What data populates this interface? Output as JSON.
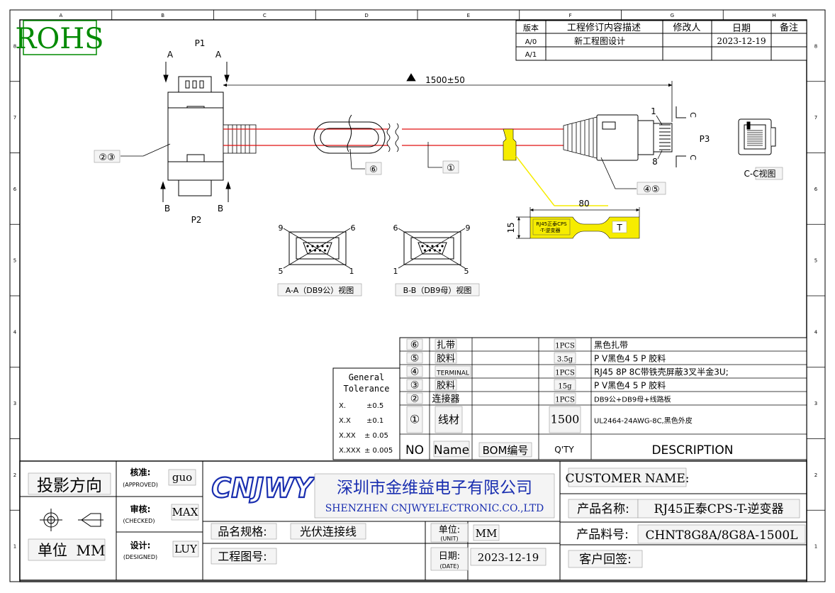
{
  "border": {
    "columns": [
      "A",
      "B",
      "C",
      "D",
      "E",
      "F",
      "G",
      "H"
    ],
    "rows": [
      "8",
      "7",
      "6",
      "5",
      "4",
      "3",
      "2",
      "1"
    ]
  },
  "rohs": "ROHS",
  "revision_table": {
    "headers": [
      "版本",
      "工程修订内容描述",
      "修改人",
      "日期",
      "备注"
    ],
    "rows": [
      {
        "version": "A/0",
        "desc": "新工程图设计",
        "by": "",
        "date": "2023-12-19",
        "note": ""
      },
      {
        "version": "A/1",
        "desc": "",
        "by": "",
        "date": "",
        "note": ""
      }
    ]
  },
  "drawing": {
    "p1": "P1",
    "p2": "P2",
    "p3": "P3",
    "section_a": "A",
    "section_b": "B",
    "section_c": "C",
    "length_dim": "1500±50",
    "callout_23": "②③",
    "callout_6": "⑥",
    "callout_1": "①",
    "callout_45": "④⑤",
    "pin1": "1",
    "pin8": "8",
    "cc_view": "C-C视图",
    "label_width": "80",
    "label_height": "15",
    "label_text_1": "RJ45正泰CPS",
    "label_text_2": "-T-逆变器",
    "label_t": "T",
    "view_aa": "A-A（DB9公）视图",
    "view_bb": "B-B（DB9母）视图",
    "aa_pins": {
      "tl": "9",
      "tr": "6",
      "bl": "5",
      "br": "1"
    },
    "bb_pins": {
      "tl": "6",
      "tr": "9",
      "bl": "1",
      "br": "5"
    }
  },
  "tolerance": {
    "title_1": "General",
    "title_2": "Tolerance",
    "rows": [
      {
        "k": "X.",
        "v": "±0.5"
      },
      {
        "k": "X.X",
        "v": "±0.1"
      },
      {
        "k": "X.XX",
        "v": "± 0.05"
      },
      {
        "k": "X.XXX",
        "v": "± 0.005"
      }
    ]
  },
  "bom": {
    "rows": [
      {
        "no": "⑥",
        "name": "扎带",
        "code": "",
        "qty": "1PCS",
        "desc": "黑色扎带"
      },
      {
        "no": "⑤",
        "name": "胶料",
        "code": "",
        "qty": "3.5g",
        "desc": "P V黑色4 5 P 胶料"
      },
      {
        "no": "④",
        "name": "TERMINAL",
        "code": "",
        "qty": "1PCS",
        "desc": "RJ45 8P 8C带铁壳屏蔽3叉半金3U;"
      },
      {
        "no": "③",
        "name": "胶料",
        "code": "",
        "qty": "15g",
        "desc": "P V黑色4 5 P 胶料"
      },
      {
        "no": "②",
        "name": "连接器",
        "code": "",
        "qty": "1PCS",
        "desc": "DB9公+DB9母+线路板"
      },
      {
        "no": "①",
        "name": "线材",
        "code": "",
        "qty": "1500",
        "desc": "UL2464-24AWG-8C,黑色外皮"
      }
    ],
    "header": {
      "no": "NO",
      "name": "Name",
      "code": "BOM编号",
      "qty": "Q'TY",
      "desc": "DESCRIPTION"
    }
  },
  "title_block": {
    "projection": "投影方向",
    "unit_label": "单位",
    "unit_value": "MM",
    "approved_cn": "核准:",
    "approved_en": "(APPROVED)",
    "approved_by": "guo",
    "checked_cn": "审核:",
    "checked_en": "(CHECKED)",
    "checked_by": "MAX",
    "designed_cn": "设计:",
    "designed_en": "(DESIGNED)",
    "designed_by": "LUY",
    "logo": "CNJWY",
    "company_cn": "深圳市金维益电子有限公司",
    "company_en": "SHENZHEN CNJWYELECTRONIC.CO.,LTD",
    "spec_label": "品名规格:",
    "spec_value": "光伏连接线",
    "drawing_no_label": "工程图号:",
    "unit2_cn": "单位:",
    "unit2_en": "(UNIT)",
    "unit2_value": "MM",
    "date_cn": "日期:",
    "date_en": "(DATE)",
    "date_value": "2023-12-19",
    "customer_label": "CUSTOMER NAME:",
    "product_name_label": "产品名称:",
    "product_name_value": "RJ45正泰CPS-T-逆变器",
    "part_no_label": "产品料号:",
    "part_no_value": "CHNT8G8A/8G8A-1500L",
    "sign_label": "客户回签:"
  },
  "colors": {
    "wire": "#e01010",
    "label": "#f6ec00",
    "logo": "#1a2fb0",
    "rohs": "#008a00"
  }
}
